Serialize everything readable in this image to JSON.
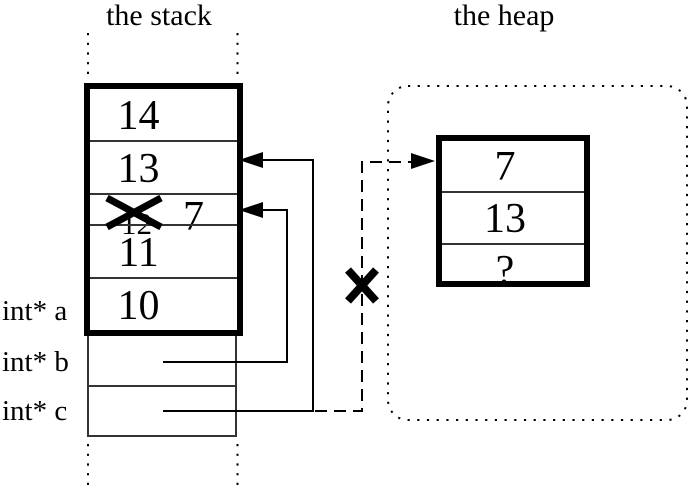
{
  "diagram": {
    "colors": {
      "ink": "#000000",
      "background": "#ffffff"
    },
    "stack": {
      "title": "the stack",
      "frame": {
        "rows": [
          {
            "value": "14"
          },
          {
            "value": "13"
          },
          {
            "crossed_out": true,
            "old_value": "12",
            "new_value": "7"
          },
          {
            "value": "11"
          },
          {
            "value": "10"
          }
        ]
      },
      "pointer_vars": [
        {
          "label": "int* a"
        },
        {
          "label": "int* b"
        },
        {
          "label": "int* c"
        }
      ]
    },
    "heap": {
      "title": "the heap",
      "block": {
        "rows": [
          {
            "value": "7"
          },
          {
            "value": "13"
          },
          {
            "value": "?"
          }
        ]
      }
    },
    "pointers": [
      {
        "from": "int* b",
        "to": "stack cell '7' (was 12)",
        "style": "solid"
      },
      {
        "from": "int* c",
        "to": "stack cell '13'",
        "style": "solid"
      },
      {
        "from": "int* c",
        "to": "heap block cell '7'",
        "style": "dashed",
        "invalidated": true
      }
    ],
    "icons": {
      "arrowhead": "filled triangle",
      "cross_out": "X"
    }
  }
}
